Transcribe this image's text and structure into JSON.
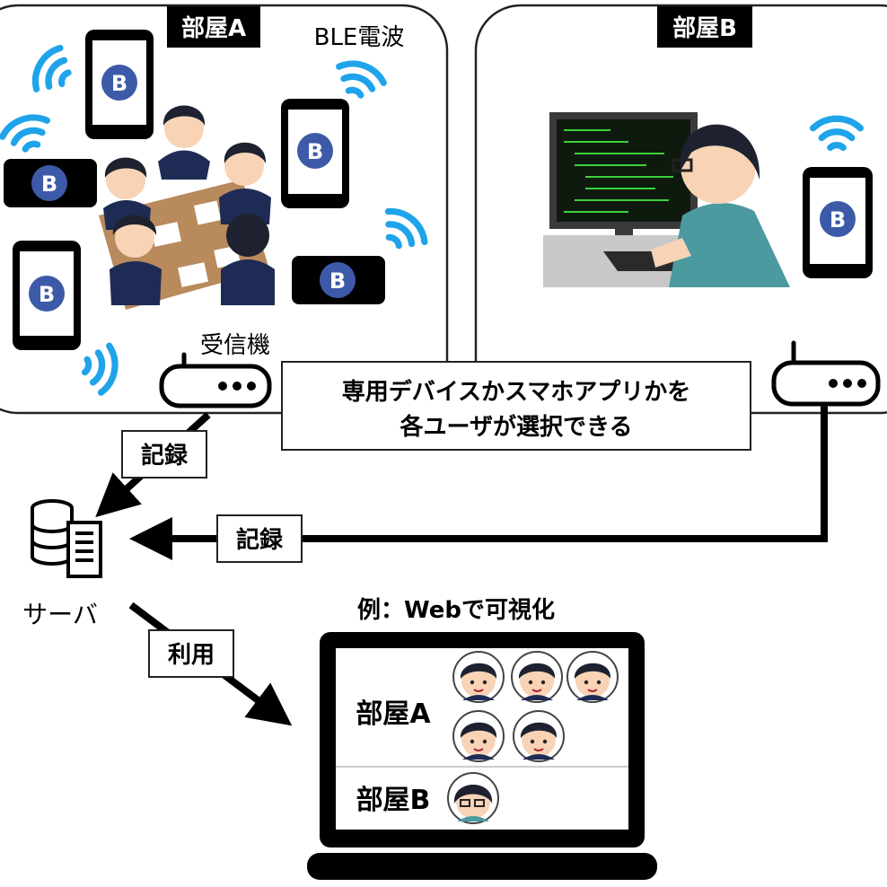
{
  "room_a": {
    "label": "部屋A",
    "ble_label": "BLE電波",
    "receiver_label": "受信機"
  },
  "room_b": {
    "label": "部屋B"
  },
  "beacon_letter": "B",
  "note": {
    "line1": "専用デバイスかスマホアプリかを",
    "line2": "各ユーザが選択できる"
  },
  "flows": {
    "record_a": "記録",
    "record_b": "記録",
    "use": "利用"
  },
  "server": {
    "label": "サーバ"
  },
  "web": {
    "title": "例：Webで可視化",
    "rows": [
      {
        "room": "部屋A",
        "people": 5
      },
      {
        "room": "部屋B",
        "people": 1
      }
    ]
  },
  "colors": {
    "signal": "#1fa3ea",
    "beacon": "#3d5aa8",
    "screen_text": "#3dd13d",
    "shirt": "#4a9aa0"
  }
}
